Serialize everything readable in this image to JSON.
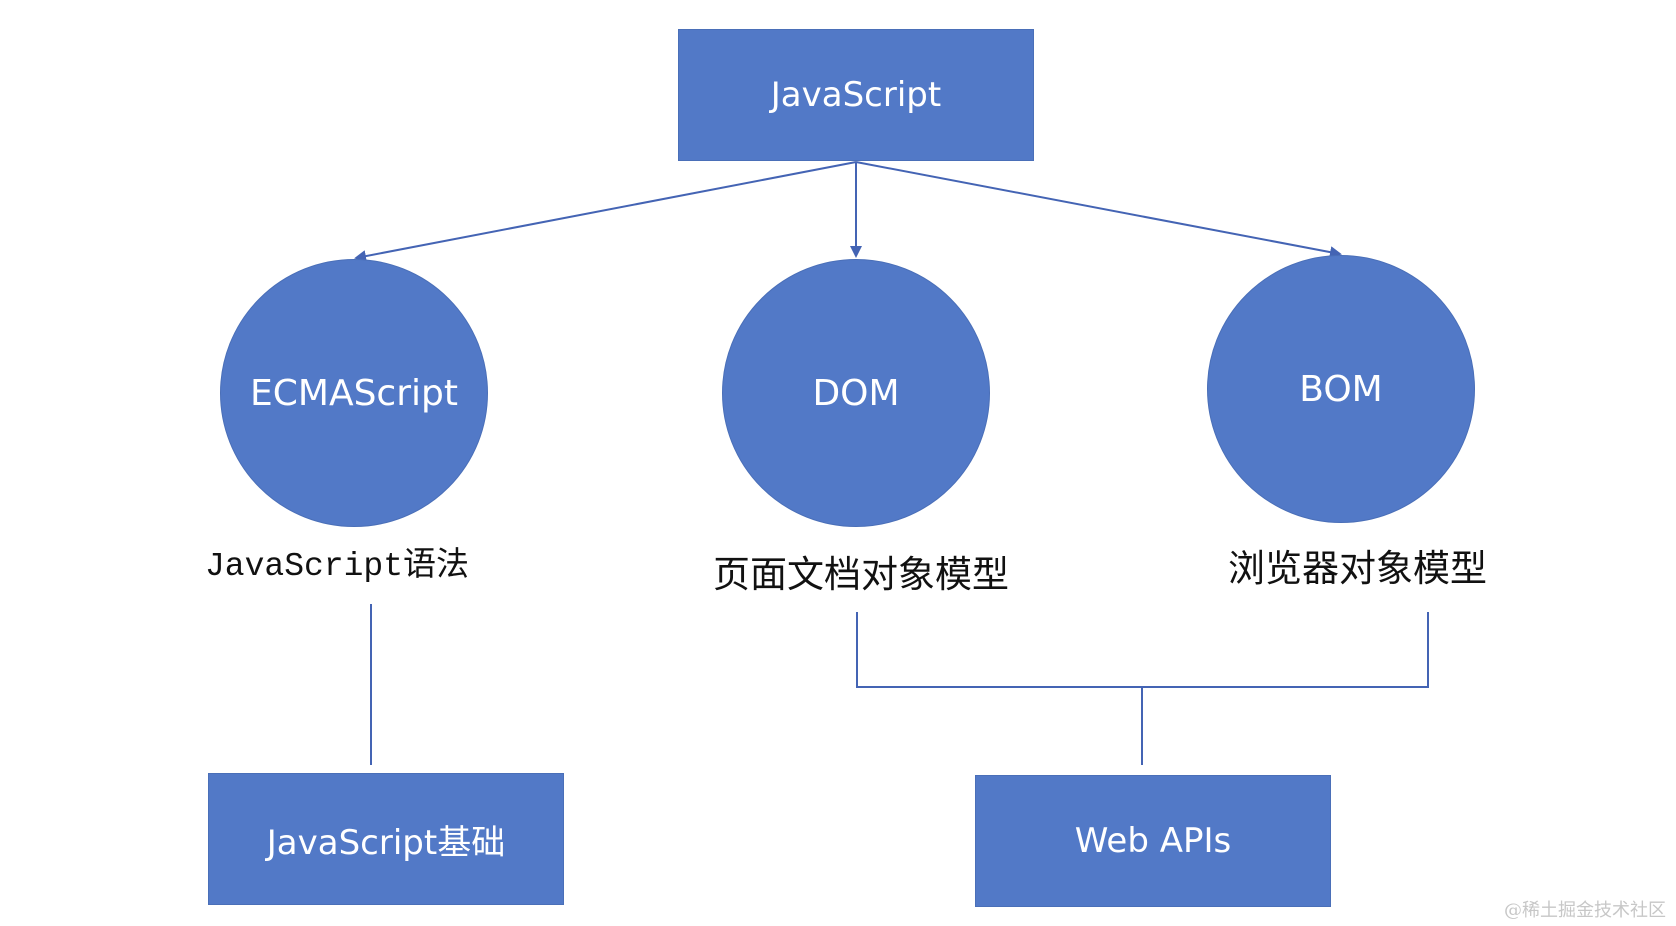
{
  "diagram": {
    "root": {
      "label": "JavaScript"
    },
    "components": [
      {
        "label": "ECMAScript",
        "caption": "JavaScript语法"
      },
      {
        "label": "DOM",
        "caption": "页面文档对象模型"
      },
      {
        "label": "BOM",
        "caption": "浏览器对象模型"
      }
    ],
    "groups": [
      {
        "label": "JavaScript基础"
      },
      {
        "label": "Web APIs"
      }
    ]
  },
  "colors": {
    "node_fill": "#5279c7",
    "connector": "#4464b4",
    "text_on_node": "#ffffff",
    "caption_text": "#111111"
  },
  "watermark": "@稀土掘金技术社区"
}
